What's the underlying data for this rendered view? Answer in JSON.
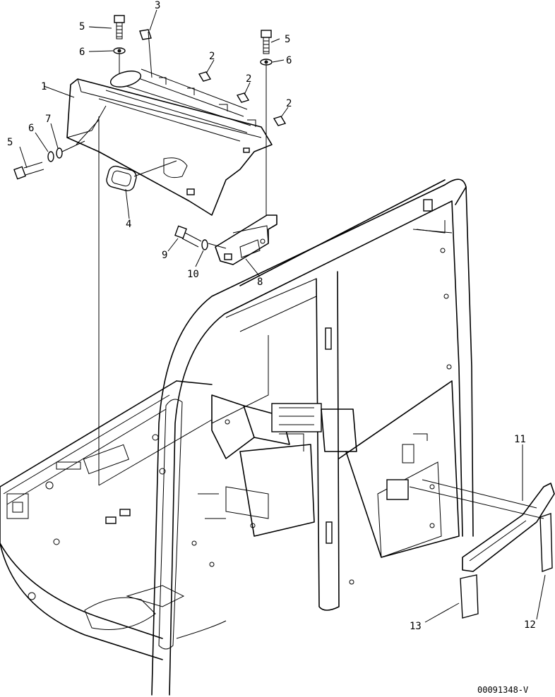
{
  "callouts": [
    {
      "label": "1"
    },
    {
      "label": "2"
    },
    {
      "label": "2"
    },
    {
      "label": "2"
    },
    {
      "label": "3"
    },
    {
      "label": "4"
    },
    {
      "label": "5"
    },
    {
      "label": "5"
    },
    {
      "label": "5"
    },
    {
      "label": "6"
    },
    {
      "label": "6"
    },
    {
      "label": "6"
    },
    {
      "label": "7"
    },
    {
      "label": "8"
    },
    {
      "label": "9"
    },
    {
      "label": "10"
    },
    {
      "label": "11"
    },
    {
      "label": "12"
    },
    {
      "label": "13"
    }
  ],
  "drawing_id": "00091348-V"
}
